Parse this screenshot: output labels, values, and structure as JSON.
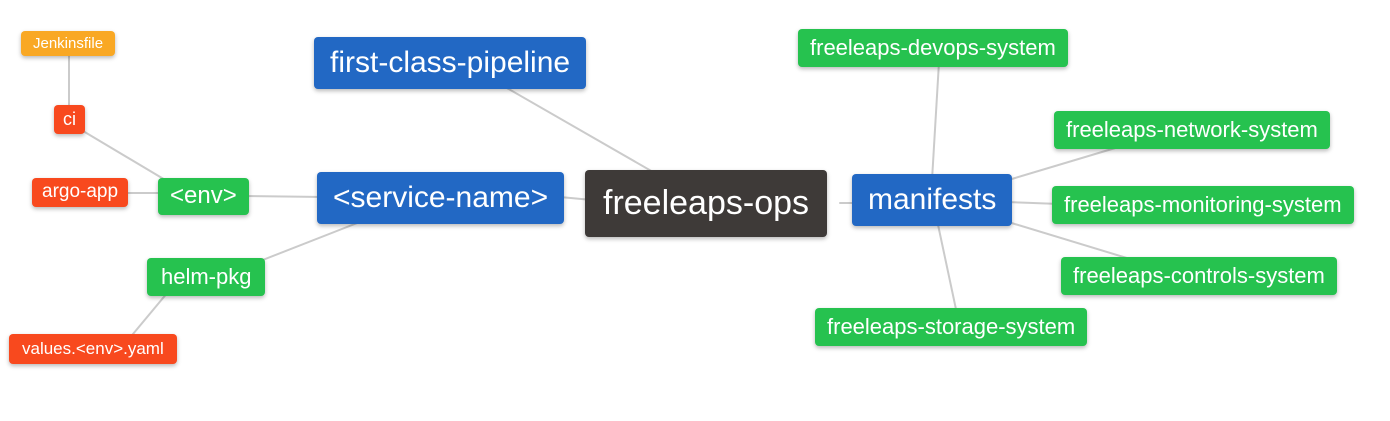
{
  "meta": {
    "background": "#ffffff",
    "edge_color": "#cbcbcb",
    "node_text_color": "#ffffff"
  },
  "palette": {
    "blue": "#2268c4",
    "green": "#26c24f",
    "orange": "#f9a824",
    "red": "#f8491e",
    "dark": "#3e3a38"
  },
  "mindmap": {
    "root": "freeleaps-ops",
    "nodes": {
      "freeleaps-ops": {
        "label": "freeleaps-ops",
        "color": "#3e3a38"
      },
      "first-class-pipeline": {
        "label": "first-class-pipeline",
        "color": "#2268c4"
      },
      "service-name": {
        "label": "<service-name>",
        "color": "#2268c4"
      },
      "manifests": {
        "label": "manifests",
        "color": "#2268c4"
      },
      "env": {
        "label": "<env>",
        "color": "#26c24f"
      },
      "helm-pkg": {
        "label": "helm-pkg",
        "color": "#26c24f"
      },
      "jenkinsfile": {
        "label": "Jenkinsfile",
        "color": "#f9a824"
      },
      "ci": {
        "label": "ci",
        "color": "#f8491e"
      },
      "argo-app": {
        "label": "argo-app",
        "color": "#f8491e"
      },
      "values-env-yaml": {
        "label": "values.<env>.yaml",
        "color": "#f8491e"
      },
      "devops-system": {
        "label": "freeleaps-devops-system",
        "color": "#26c24f"
      },
      "network-system": {
        "label": "freeleaps-network-system",
        "color": "#26c24f"
      },
      "monitoring-system": {
        "label": "freeleaps-monitoring-system",
        "color": "#26c24f"
      },
      "controls-system": {
        "label": "freeleaps-controls-system",
        "color": "#26c24f"
      },
      "storage-system": {
        "label": "freeleaps-storage-system",
        "color": "#26c24f"
      }
    },
    "edges": [
      [
        "jenkinsfile",
        "ci"
      ],
      [
        "ci",
        "env"
      ],
      [
        "argo-app",
        "env"
      ],
      [
        "env",
        "service-name"
      ],
      [
        "first-class-pipeline",
        "freeleaps-ops"
      ],
      [
        "service-name",
        "freeleaps-ops"
      ],
      [
        "service-name",
        "helm-pkg"
      ],
      [
        "helm-pkg",
        "values-env-yaml"
      ],
      [
        "freeleaps-ops",
        "manifests"
      ],
      [
        "manifests",
        "devops-system"
      ],
      [
        "manifests",
        "network-system"
      ],
      [
        "manifests",
        "monitoring-system"
      ],
      [
        "manifests",
        "controls-system"
      ],
      [
        "manifests",
        "storage-system"
      ]
    ]
  }
}
